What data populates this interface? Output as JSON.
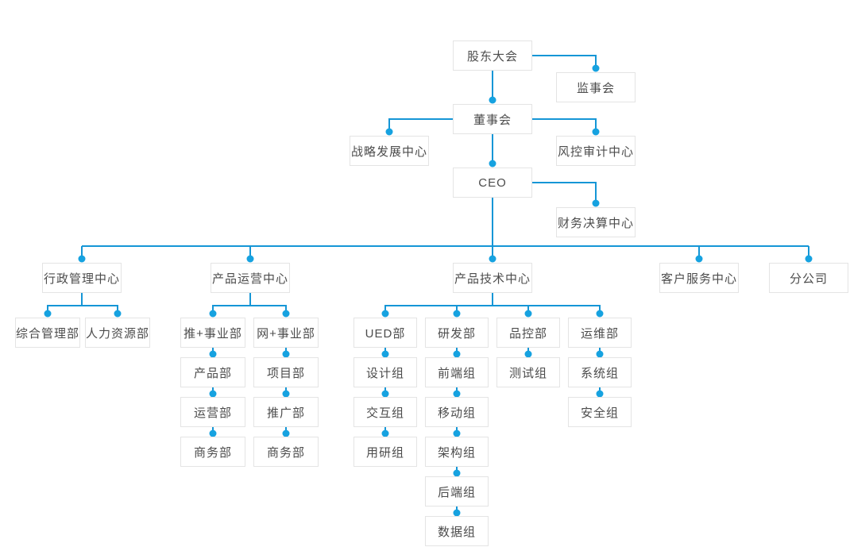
{
  "diagram": {
    "type": "organization-chart",
    "colors": {
      "background": "#ffffff",
      "line": "#1596d6",
      "dot": "#16a2e0",
      "node_border": "#e4e4e4",
      "node_background": "#ffffff",
      "node_text": "#4c4c4c"
    },
    "nodes": {
      "shareholders_meeting": {
        "label": "股东大会"
      },
      "supervisory_board": {
        "label": "监事会"
      },
      "board_of_directors": {
        "label": "董事会"
      },
      "strategy_center": {
        "label": "战略发展中心"
      },
      "risk_audit_center": {
        "label": "风控审计中心"
      },
      "ceo": {
        "label": "CEO"
      },
      "finance_center": {
        "label": "财务决算中心"
      },
      "admin_center": {
        "label": "行政管理中心"
      },
      "product_ops_center": {
        "label": "产品运营中心"
      },
      "product_tech_center": {
        "label": "产品技术中心"
      },
      "customer_service_center": {
        "label": "客户服务中心"
      },
      "branch_company": {
        "label": "分公司"
      },
      "general_admin_dept": {
        "label": "综合管理部"
      },
      "hr_dept": {
        "label": "人力资源部"
      },
      "tui_business_dept": {
        "label": "推+事业部"
      },
      "wang_business_dept": {
        "label": "网+事业部"
      },
      "product_dept": {
        "label": "产品部"
      },
      "project_dept": {
        "label": "项目部"
      },
      "operations_dept": {
        "label": "运营部"
      },
      "promotion_dept": {
        "label": "推广部"
      },
      "business_dept_left": {
        "label": "商务部"
      },
      "business_dept_right": {
        "label": "商务部"
      },
      "ued_dept": {
        "label": "UED部"
      },
      "rd_dept": {
        "label": "研发部"
      },
      "qc_dept": {
        "label": "品控部"
      },
      "om_dept": {
        "label": "运维部"
      },
      "design_group": {
        "label": "设计组"
      },
      "interaction_group": {
        "label": "交互组"
      },
      "user_research_group": {
        "label": "用研组"
      },
      "frontend_group": {
        "label": "前端组"
      },
      "mobile_group": {
        "label": "移动组"
      },
      "architecture_group": {
        "label": "架构组"
      },
      "backend_group": {
        "label": "后端组"
      },
      "data_group": {
        "label": "数据组"
      },
      "testing_group": {
        "label": "测试组"
      },
      "system_group": {
        "label": "系统组"
      },
      "security_group": {
        "label": "安全组"
      }
    },
    "edges": [
      [
        "shareholders_meeting",
        "supervisory_board"
      ],
      [
        "shareholders_meeting",
        "board_of_directors"
      ],
      [
        "board_of_directors",
        "strategy_center"
      ],
      [
        "board_of_directors",
        "risk_audit_center"
      ],
      [
        "board_of_directors",
        "ceo"
      ],
      [
        "ceo",
        "finance_center"
      ],
      [
        "ceo",
        "admin_center"
      ],
      [
        "ceo",
        "product_ops_center"
      ],
      [
        "ceo",
        "product_tech_center"
      ],
      [
        "ceo",
        "customer_service_center"
      ],
      [
        "ceo",
        "branch_company"
      ],
      [
        "admin_center",
        "general_admin_dept"
      ],
      [
        "admin_center",
        "hr_dept"
      ],
      [
        "product_ops_center",
        "tui_business_dept"
      ],
      [
        "product_ops_center",
        "wang_business_dept"
      ],
      [
        "tui_business_dept",
        "product_dept"
      ],
      [
        "product_dept",
        "operations_dept"
      ],
      [
        "operations_dept",
        "business_dept_left"
      ],
      [
        "wang_business_dept",
        "project_dept"
      ],
      [
        "project_dept",
        "promotion_dept"
      ],
      [
        "promotion_dept",
        "business_dept_right"
      ],
      [
        "product_tech_center",
        "ued_dept"
      ],
      [
        "product_tech_center",
        "rd_dept"
      ],
      [
        "product_tech_center",
        "qc_dept"
      ],
      [
        "product_tech_center",
        "om_dept"
      ],
      [
        "ued_dept",
        "design_group"
      ],
      [
        "design_group",
        "interaction_group"
      ],
      [
        "interaction_group",
        "user_research_group"
      ],
      [
        "rd_dept",
        "frontend_group"
      ],
      [
        "frontend_group",
        "mobile_group"
      ],
      [
        "mobile_group",
        "architecture_group"
      ],
      [
        "architecture_group",
        "backend_group"
      ],
      [
        "backend_group",
        "data_group"
      ],
      [
        "qc_dept",
        "testing_group"
      ],
      [
        "om_dept",
        "system_group"
      ],
      [
        "system_group",
        "security_group"
      ]
    ]
  }
}
